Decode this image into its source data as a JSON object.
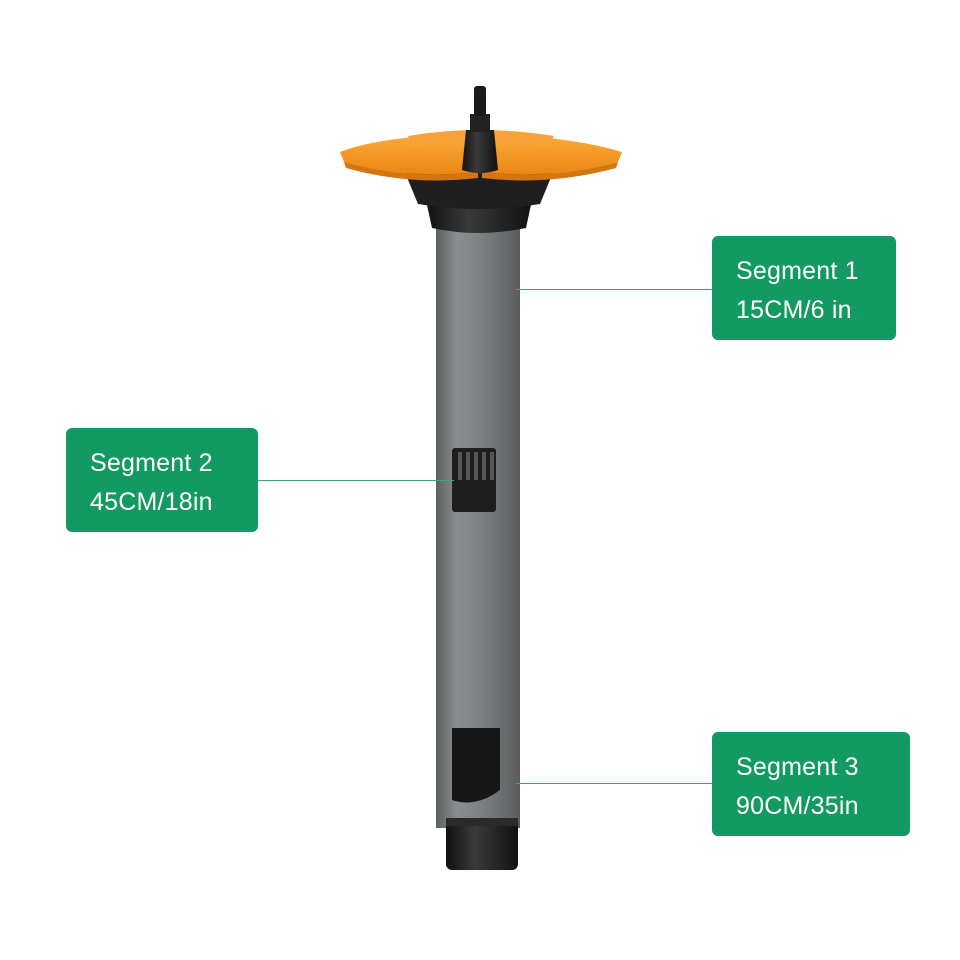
{
  "colors": {
    "background": "#ffffff",
    "label_fill": "#139a62",
    "label_text": "#ffffff",
    "leader_line": "#3aa67a",
    "tube_gray": "#7b7e7f",
    "cap_black": "#1c1c1c",
    "fins_orange": "#f5941e"
  },
  "product": {
    "icon": "rodent-bait-tube-photo"
  },
  "labels": [
    {
      "title": "Segment 1",
      "value": "15CM/6 in"
    },
    {
      "title": "Segment 2",
      "value": "45CM/18in"
    },
    {
      "title": "Segment 3",
      "value": "90CM/35in"
    }
  ]
}
